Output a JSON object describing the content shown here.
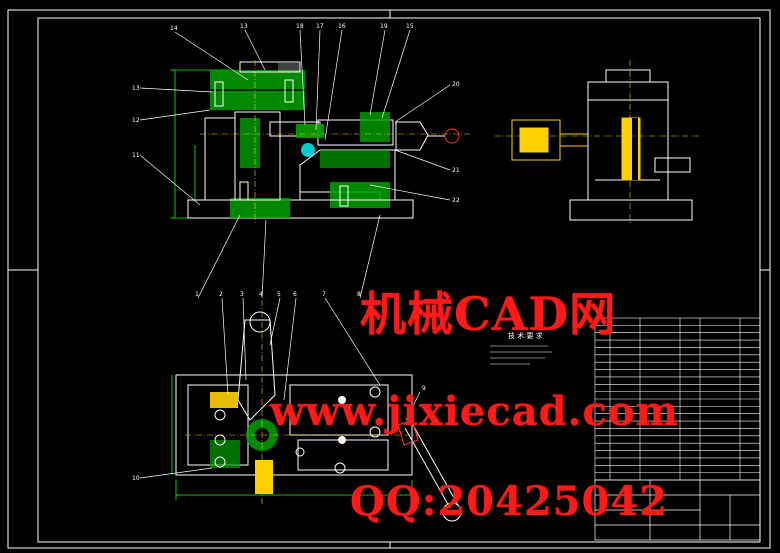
{
  "watermark": {
    "line1": "机械CAD网",
    "line2": "www.jixiecad.com",
    "line3": "QQ:20425042"
  },
  "drawing": {
    "colors": {
      "background": "#000000",
      "frame": "#ffffff",
      "outline": "#ffffff",
      "leader": "#ffffff",
      "dimension": "#00ff00",
      "section_fill": "#00a000",
      "highlight": "#ffd000",
      "accent": "#00ffff",
      "hatch": "#ff00ff"
    },
    "top_leader_numbers": [
      "14",
      "13",
      "18",
      "17",
      "16",
      "19",
      "15"
    ],
    "left_leader_numbers": [
      "13",
      "12",
      "11"
    ],
    "right_leader_numbers": [
      "20",
      "21",
      "22"
    ],
    "bottom_leader_numbers": [
      "1",
      "2",
      "3",
      "4",
      "5",
      "6",
      "7",
      "8"
    ],
    "plan_left_number": "10",
    "plan_right_number": "9",
    "notes_title": "技 术 要 求"
  }
}
